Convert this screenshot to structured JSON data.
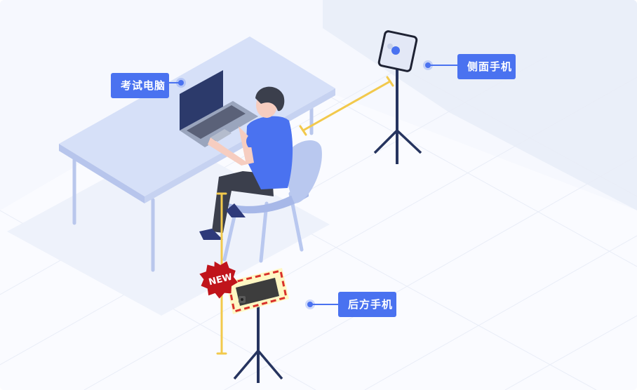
{
  "diagram": {
    "title": "",
    "labels": {
      "exam_computer": "考试电脑",
      "side_phone": "侧面手机",
      "back_phone": "后方手机"
    },
    "badge": {
      "text": "NEW",
      "color": "#c0141b"
    },
    "colors": {
      "label_bg": "#4a72f0",
      "label_text": "#ffffff",
      "measure_line": "#f2c94c",
      "highlight_dash": "#d9302a",
      "highlight_glow": "#fff3a0",
      "tripod": "#26345f",
      "shirt": "#4a72f0",
      "pants": "#3b3f4c",
      "desk": "#d6e0f8",
      "chair": "#b9c8ef",
      "floor": "#f6f8fe",
      "wall": "#eef2fb"
    },
    "connections": [
      {
        "from": "exam_computer",
        "to": "laptop"
      },
      {
        "from": "side_phone",
        "to": "side-phone-device"
      },
      {
        "from": "back_phone",
        "to": "back-phone-device"
      }
    ]
  }
}
